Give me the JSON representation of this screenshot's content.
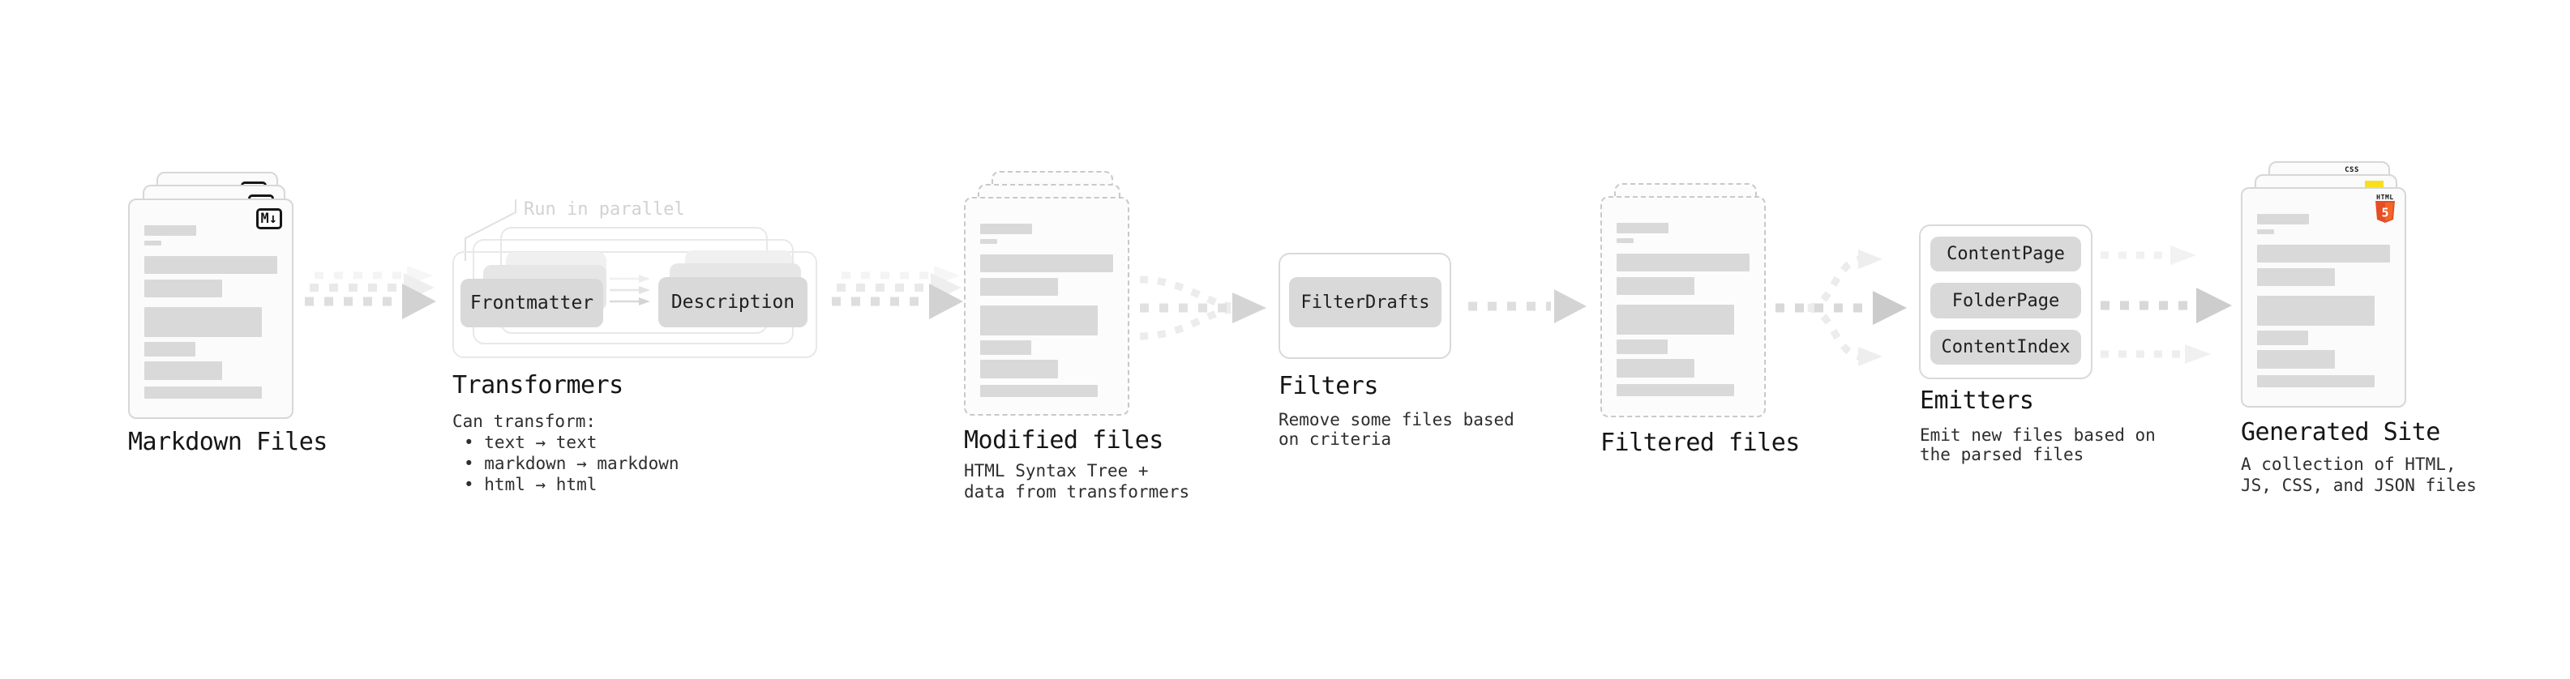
{
  "stages": {
    "markdown": {
      "title": "Markdown Files",
      "badge": "M↓"
    },
    "transformers": {
      "note": "Run in parallel",
      "box_frontmatter": "Frontmatter",
      "box_description": "Description",
      "title": "Transformers",
      "desc_heading": "Can transform:",
      "bullets": [
        "• text → text",
        "• markdown → markdown",
        "• html → html"
      ]
    },
    "modified": {
      "title": "Modified files",
      "desc_line1": "HTML Syntax Tree +",
      "desc_line2": "data from transformers"
    },
    "filters": {
      "box_filterdrafts": "FilterDrafts",
      "title": "Filters",
      "desc_line1": "Remove some files based",
      "desc_line2": "on criteria"
    },
    "filtered": {
      "title": "Filtered files"
    },
    "emitters": {
      "box_contentpage": "ContentPage",
      "box_folderpage": "FolderPage",
      "box_contentindex": "ContentIndex",
      "title": "Emitters",
      "desc_line1": "Emit new files based on",
      "desc_line2": "the parsed files"
    },
    "generated": {
      "title": "Generated Site",
      "desc_line1": "A collection of HTML,",
      "desc_line2": "JS, CSS, and JSON files",
      "css_badge_label": "CSS",
      "html_badge_label": "HTML",
      "html_badge_number": "5"
    }
  },
  "colors": {
    "html5_orange": "#e44d26",
    "html5_orange_light": "#f16529",
    "css_blue": "#2965f1",
    "js_yellow": "#f7df1e",
    "skeleton_bar": "#d9d9d9",
    "node_fill": "#d9d9d9"
  }
}
